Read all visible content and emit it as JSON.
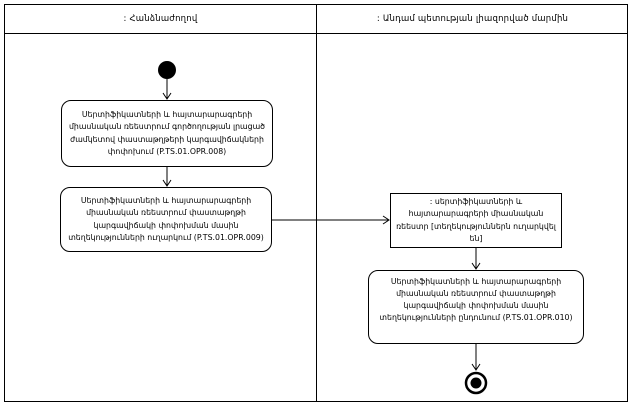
{
  "diagram": {
    "type": "uml-activity-swimlane",
    "colors": {
      "background": "#ffffff",
      "line": "#000000",
      "node_fill": "#ffffff",
      "text": "#000000"
    },
    "lanes": [
      {
        "id": "commission",
        "title": ": Հանձնաժողով"
      },
      {
        "id": "member-state-authorized-body",
        "title": ": Անդամ պետության լիազորված մարմին"
      }
    ],
    "nodes": {
      "start": {
        "type": "initial-node",
        "lane": 0
      },
      "activity_opr008": {
        "type": "activity",
        "lane": 0,
        "text": "Սերտիֆիկատների և հայտարարագրերի միասնական ռեեստրում գործողության լրացած ժամկետով փաստաթղթերի կարգավիճակների փոփոխում (P.TS.01.OPR.008)",
        "code": "P.TS.01.OPR.008"
      },
      "activity_opr009": {
        "type": "activity",
        "lane": 0,
        "text": "Սերտիֆիկատների և հայտարարագրերի միասնական ռեեստրում փաստաթղթի կարգավիճակի փոփոխման մասին տեղեկությունների ուղարկում (P.TS.01.OPR.009)",
        "code": "P.TS.01.OPR.009"
      },
      "object_registry": {
        "type": "object-node",
        "lane": 1,
        "text": ": սերտիֆիկատների և հայտարարագրերի միասնական ռեեստր [տեղեկություններն ուղարկվել են]",
        "state": "տեղեկություններն ուղարկվել են"
      },
      "activity_opr010": {
        "type": "activity",
        "lane": 1,
        "text": "Սերտիֆիկատների և հայտարարագրերի միասնական ռեեստրում փաստաթղթի կարգավիճակի փոփոխման մասին տեղեկությունների ընդունում (P.TS.01.OPR.010)",
        "code": "P.TS.01.OPR.010"
      },
      "end": {
        "type": "final-node",
        "lane": 1
      }
    },
    "edges": [
      {
        "from": "start",
        "to": "activity_opr008"
      },
      {
        "from": "activity_opr008",
        "to": "activity_opr009"
      },
      {
        "from": "activity_opr009",
        "to": "object_registry"
      },
      {
        "from": "object_registry",
        "to": "activity_opr010"
      },
      {
        "from": "activity_opr010",
        "to": "end"
      }
    ]
  }
}
